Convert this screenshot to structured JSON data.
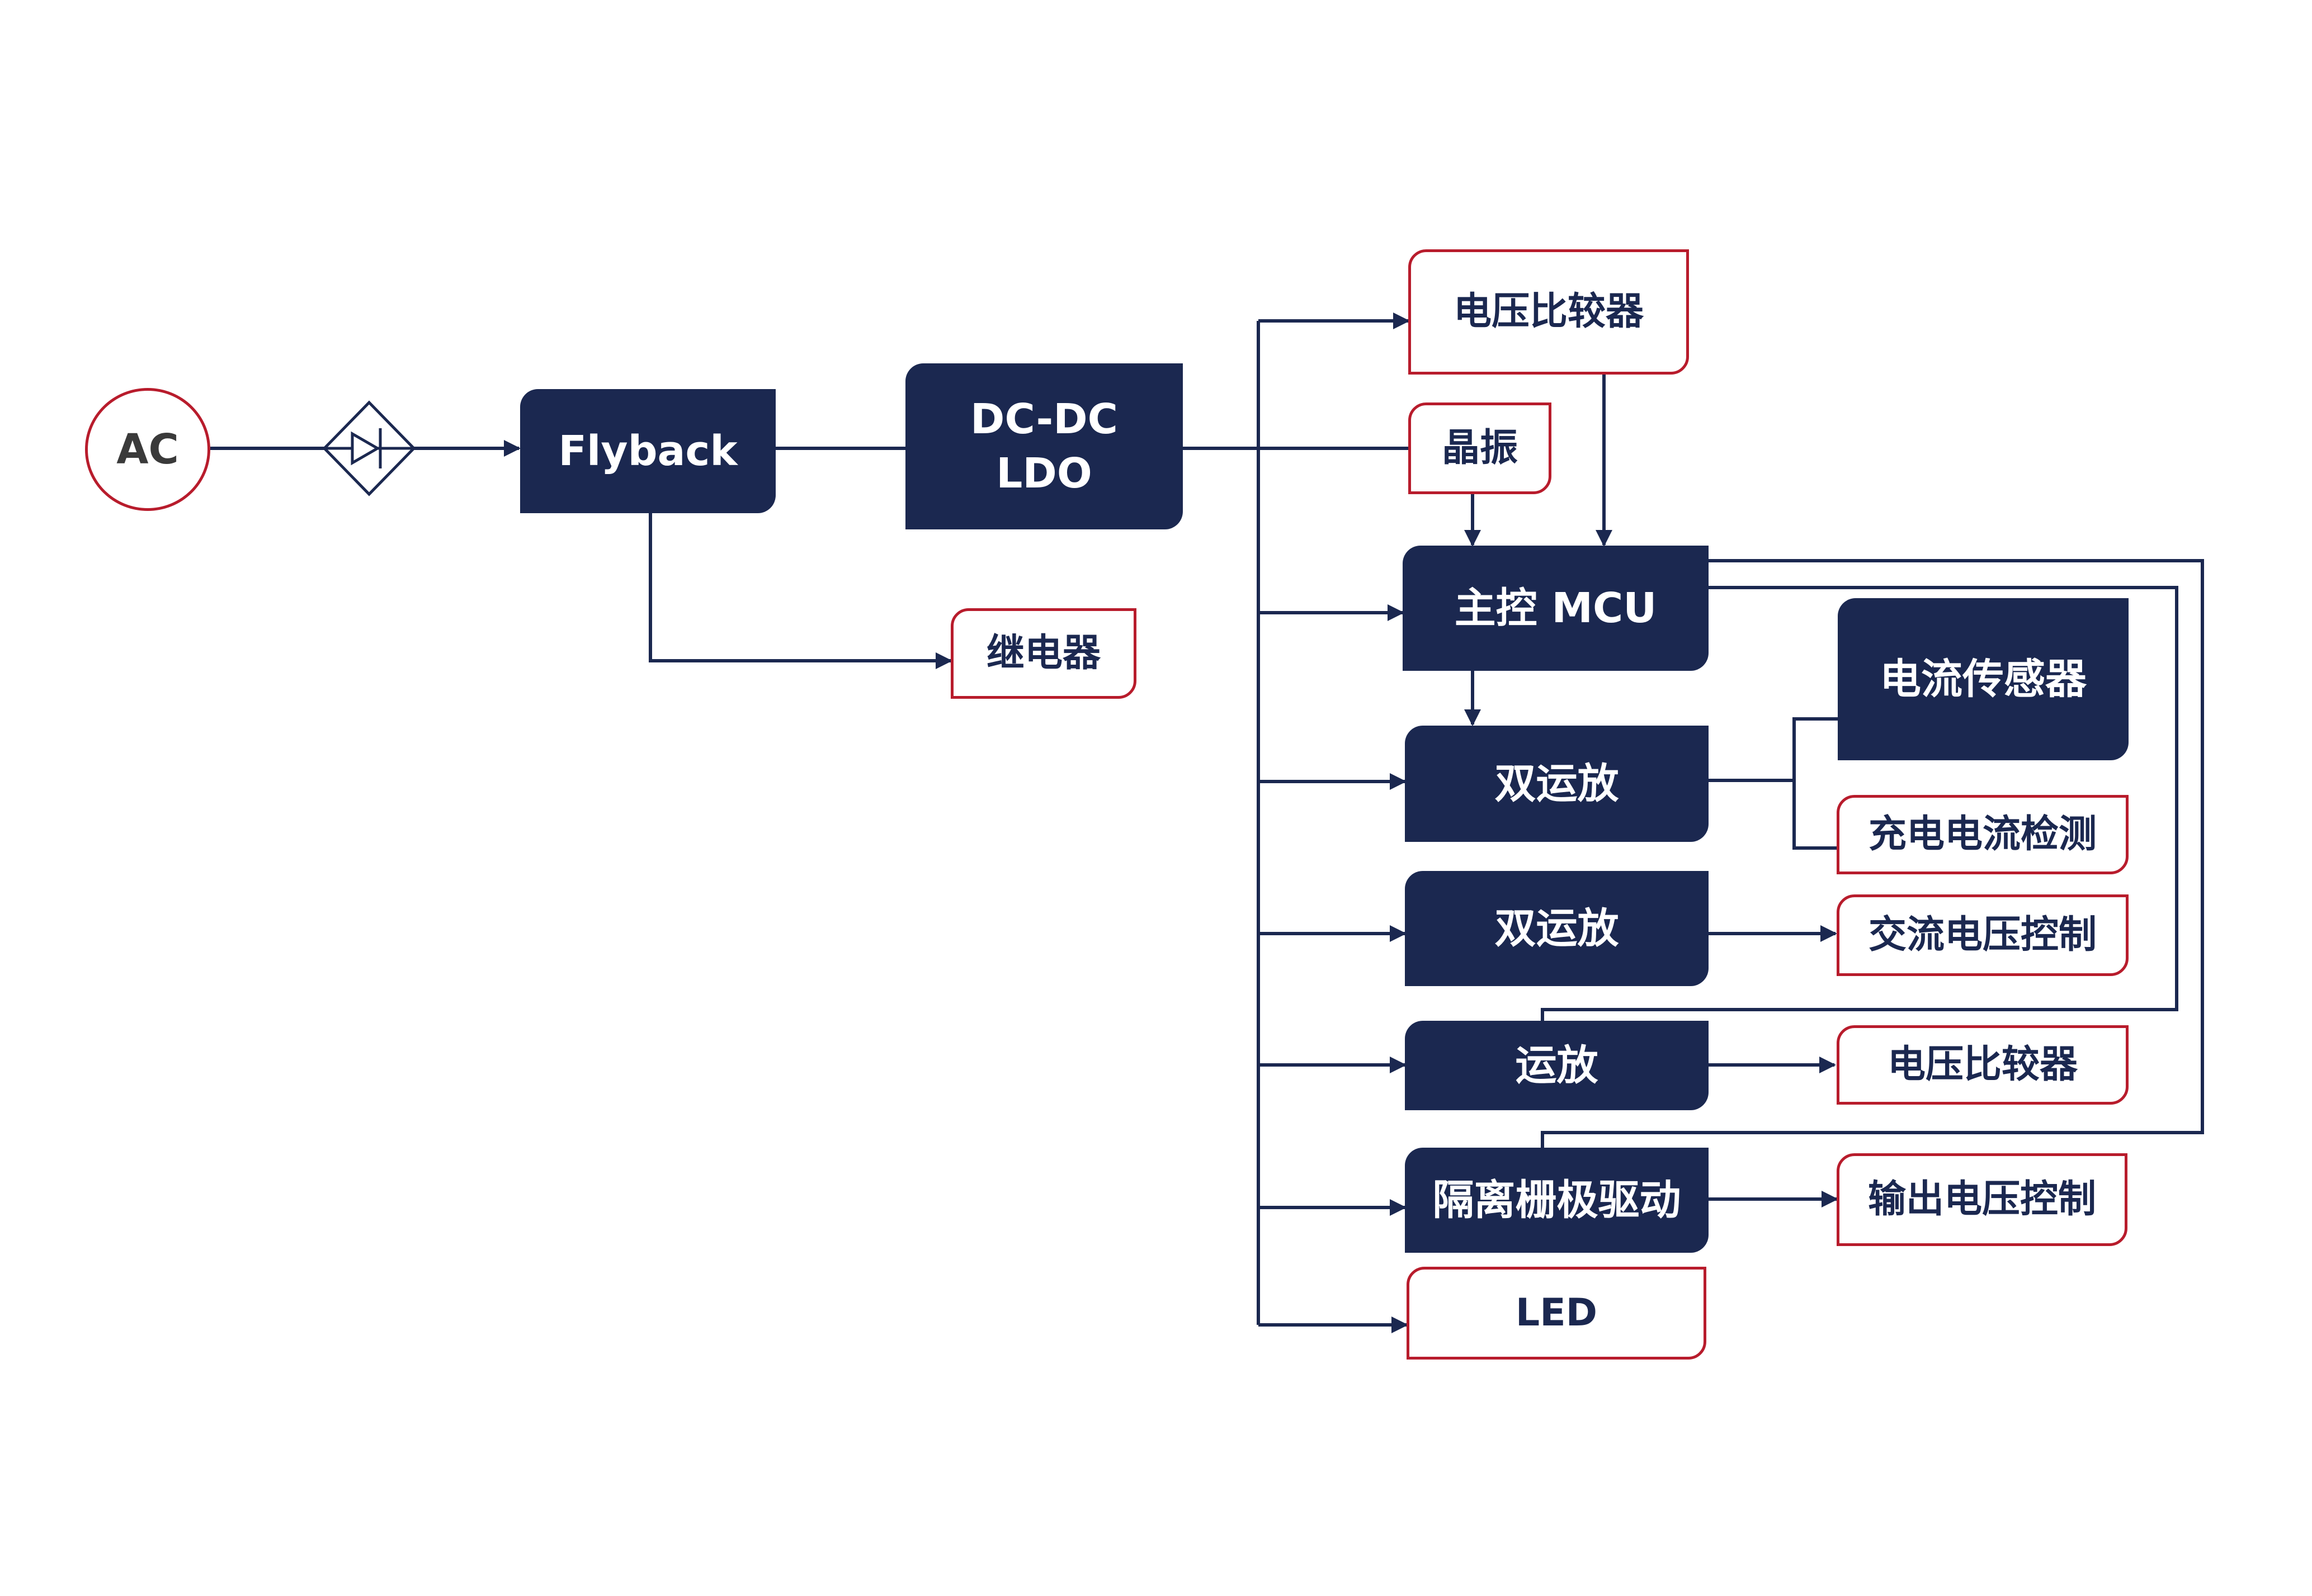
{
  "diagram": {
    "colors": {
      "primary": "#1b2850",
      "accent": "#b81c2c",
      "background": "#ffffff"
    },
    "source": {
      "label": "AC"
    },
    "rectifier": {
      "icon": "diode-bridge-icon"
    },
    "nodes": {
      "flyback": "Flyback",
      "dcdc_line1": "DC-DC",
      "dcdc_line2": "LDO",
      "relay": "继电器",
      "voltage_comparator_top": "电压比较器",
      "crystal": "晶振",
      "mcu": "主控 MCU",
      "dual_opamp_1": "双运放",
      "current_sensor": "电流传感器",
      "charge_current_detect": "充电电流检测",
      "dual_opamp_2": "双运放",
      "ac_voltage_control": "交流电压控制",
      "opamp": "运放",
      "voltage_comparator_bottom": "电压比较器",
      "isolated_gate_driver": "隔离栅极驱动",
      "output_voltage_control": "输出电压控制",
      "led": "LED"
    }
  }
}
